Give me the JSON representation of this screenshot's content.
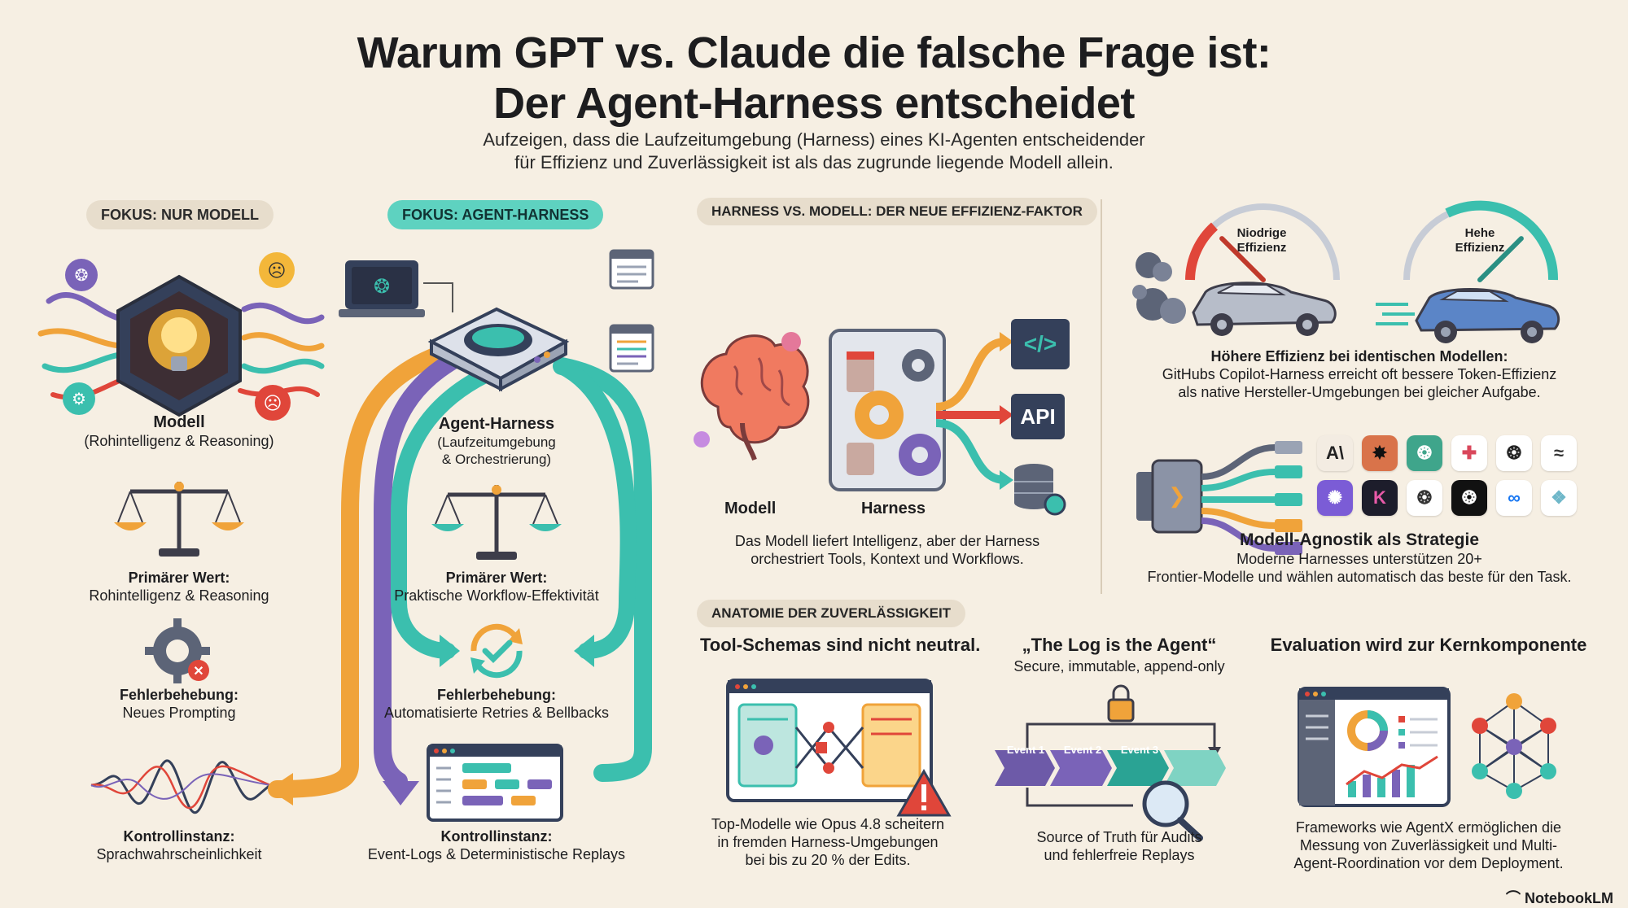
{
  "header": {
    "title_line1": "Warum GPT vs. Claude die falsche Frage ist:",
    "title_line2": "Der Agent-Harness entscheidet",
    "subtitle_line1": "Aufzeigen, dass die Laufzeitumgebung (Harness) eines KI-Agenten entscheidender",
    "subtitle_line2": "für Effizienz und Zuverlässigkeit ist als das zugrunde liegende Modell allein."
  },
  "left": {
    "pill": "FOKUS: NUR MODELL",
    "model_title": "Modell",
    "model_sub": "(Rohintelligenz & Reasoning)",
    "value_title": "Primärer Wert:",
    "value_text": "Rohintelligenz & Reasoning",
    "error_title": "Fehlerbehebung:",
    "error_text": "Neues Prompting",
    "control_title": "Kontrollinstanz:",
    "control_text": "Sprachwahrscheinlichkeit"
  },
  "middle": {
    "pill": "FOKUS: AGENT-HARNESS",
    "harness_title": "Agent-Harness",
    "harness_sub1": "(Laufzeitumgebung",
    "harness_sub2": "& Orchestrierung)",
    "value_title": "Primärer Wert:",
    "value_text": "Praktische Workflow-Effektivität",
    "error_title": "Fehlerbehebung:",
    "error_text": "Automatisierte Retries & Bellbacks",
    "control_title": "Kontrollinstanz:",
    "control_text": "Event-Logs & Deterministische Replays"
  },
  "efficiency": {
    "pill": "HARNESS VS. MODELL: DER NEUE EFFIZIENZ-FAKTOR",
    "label_model": "Modell",
    "label_harness": "Harness",
    "api_label": "API",
    "code_label": "</>",
    "caption1": "Das Modell liefert Intelligenz, aber der Harness",
    "caption2": "orchestriert Tools, Kontext und Workflows.",
    "gauge_low": "Niodrige\nEffizienz",
    "gauge_low_l1": "Niodrige",
    "gauge_low_l2": "Effizienz",
    "gauge_high_l1": "Hehe",
    "gauge_high_l2": "Effizienz",
    "gauge_low_level": 0.25,
    "gauge_high_level": 0.75,
    "eff_title": "Höhere Effizienz bei identischen Modellen:",
    "eff_text1": "GitHubs Copilot-Harness erreicht oft bessere Token-Effizienz",
    "eff_text2": "als native Hersteller-Umgebungen bei gleicher Aufgabe.",
    "agn_title": "Modell-Agnostik als Strategie",
    "agn_text1": "Moderne Harnesses unterstützen 20+",
    "agn_text2": "Frontier-Modelle und wählen automatisch das beste für den Task.",
    "logos": [
      {
        "glyph": "A\\",
        "bg": "#f3ece2",
        "fg": "#222"
      },
      {
        "glyph": "✸",
        "bg": "#d9734a",
        "fg": "#111"
      },
      {
        "glyph": "❂",
        "bg": "#3fa58b",
        "fg": "#fff"
      },
      {
        "glyph": "✚",
        "bg": "#ffffff",
        "fg": "#d9475b"
      },
      {
        "glyph": "❂",
        "bg": "#ffffff",
        "fg": "#222"
      },
      {
        "glyph": "≈",
        "bg": "#ffffff",
        "fg": "#333"
      },
      {
        "glyph": "✺",
        "bg": "#7b5cd6",
        "fg": "#fff"
      },
      {
        "glyph": "K",
        "bg": "#1d1d2b",
        "fg": "#e85aa8"
      },
      {
        "glyph": "❂",
        "bg": "#ffffff",
        "fg": "#333"
      },
      {
        "glyph": "❂",
        "bg": "#111111",
        "fg": "#fff"
      },
      {
        "glyph": "∞",
        "bg": "#ffffff",
        "fg": "#1877f2"
      },
      {
        "glyph": "❖",
        "bg": "#ffffff",
        "fg": "#6fb7c9"
      }
    ]
  },
  "reliability": {
    "pill": "ANATOMIE DER ZUVERLÄSSIGKEIT",
    "col1_title": "Tool-Schemas sind nicht neutral.",
    "col1_text1": "Top-Modelle wie Opus 4.8 scheitern",
    "col1_text2": "in fremden Harness-Umgebungen",
    "col1_text3": "bei bis zu 20 % der Edits.",
    "col2_title": "„The Log is the Agent“",
    "col2_sub": "Secure, immutable, append-only",
    "events": [
      "Event 1",
      "Event 2",
      "Event 3"
    ],
    "col2_text1": "Source of Truth für Audits",
    "col2_text2": "und fehlerfreie Replays",
    "col3_title": "Evaluation wird zur Kernkomponente",
    "col3_text1": "Frameworks wie AgentX ermöglichen die",
    "col3_text2": "Messung von Zuverlässigkeit und Multi-",
    "col3_text3": "Agent-Roordination vor dem Deployment."
  },
  "footer": {
    "brand": "NotebookLM"
  },
  "colors": {
    "background": "#f6efe3",
    "teal": "#3bbfae",
    "purple": "#7a63b8",
    "orange": "#f0a33a",
    "red": "#e0463a",
    "navy": "#34405a"
  }
}
